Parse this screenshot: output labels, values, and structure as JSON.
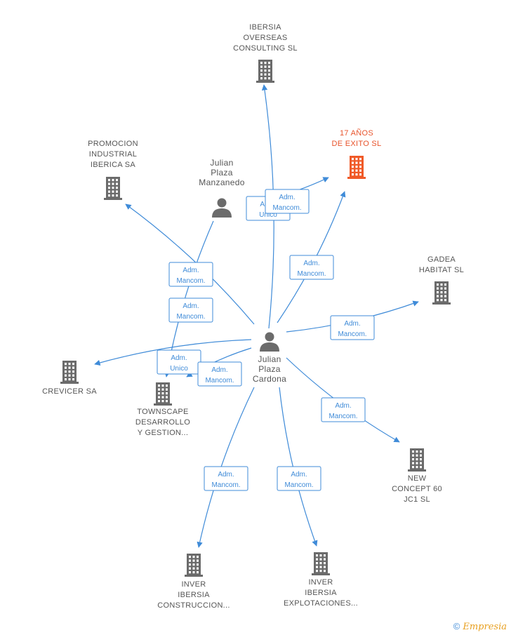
{
  "colors": {
    "edge": "#3f8bd8",
    "company": "#6b6b6b",
    "highlight": "#f05a28",
    "person": "#6b6b6b"
  },
  "nodes": [
    {
      "id": "julian_cardona",
      "type": "person",
      "lines": [
        "Julian",
        "Plaza",
        "Cardona"
      ]
    },
    {
      "id": "julian_manzanedo",
      "type": "person",
      "lines": [
        "Julian",
        "Plaza",
        "Manzanedo"
      ]
    },
    {
      "id": "ibersia_overseas",
      "type": "company",
      "lines": [
        "IBERSIA",
        "OVERSEAS",
        "CONSULTING SL"
      ]
    },
    {
      "id": "diecisiete_anos",
      "type": "company",
      "highlight": true,
      "lines": [
        "17 AÑOS",
        "DE EXITO SL"
      ]
    },
    {
      "id": "promocion_industrial",
      "type": "company",
      "lines": [
        "PROMOCION",
        "INDUSTRIAL",
        "IBERICA SA"
      ]
    },
    {
      "id": "gadea_habitat",
      "type": "company",
      "lines": [
        "GADEA",
        "HABITAT  SL"
      ]
    },
    {
      "id": "crevicer",
      "type": "company",
      "lines": [
        "CREVICER SA"
      ]
    },
    {
      "id": "townscape",
      "type": "company",
      "lines": [
        "TOWNSCAPE",
        "DESARROLLO",
        "Y GESTION..."
      ]
    },
    {
      "id": "new_concept",
      "type": "company",
      "lines": [
        "NEW",
        "CONCEPT 60",
        "JC1 SL"
      ]
    },
    {
      "id": "inver_construccion",
      "type": "company",
      "lines": [
        "INVER",
        "IBERSIA",
        "CONSTRUCCION..."
      ]
    },
    {
      "id": "inver_explotaciones",
      "type": "company",
      "lines": [
        "INVER",
        "IBERSIA",
        "EXPLOTACIONES..."
      ]
    }
  ],
  "edges": [
    {
      "from": "julian_cardona",
      "to": "ibersia_overseas",
      "label": [
        "Adm.",
        "Unico"
      ]
    },
    {
      "from": "julian_manzanedo",
      "to": "diecisiete_anos",
      "label": [
        "Adm.",
        "Mancom."
      ]
    },
    {
      "from": "julian_cardona",
      "to": "diecisiete_anos",
      "label": [
        "Adm.",
        "Mancom."
      ]
    },
    {
      "from": "julian_cardona",
      "to": "promocion_industrial",
      "label": [
        "Adm.",
        "Mancom."
      ]
    },
    {
      "from": "julian_manzanedo",
      "to": "townscape",
      "label": [
        "Adm.",
        "Mancom."
      ]
    },
    {
      "from": "julian_cardona",
      "to": "gadea_habitat",
      "label": [
        "Adm.",
        "Mancom."
      ]
    },
    {
      "from": "julian_cardona",
      "to": "crevicer",
      "label": [
        "Adm.",
        "Unico"
      ]
    },
    {
      "from": "julian_cardona",
      "to": "townscape",
      "label": [
        "Adm.",
        "Mancom."
      ]
    },
    {
      "from": "julian_cardona",
      "to": "new_concept",
      "label": [
        "Adm.",
        "Mancom."
      ]
    },
    {
      "from": "julian_cardona",
      "to": "inver_construccion",
      "label": [
        "Adm.",
        "Mancom."
      ]
    },
    {
      "from": "julian_cardona",
      "to": "inver_explotaciones",
      "label": [
        "Adm.",
        "Mancom."
      ]
    }
  ],
  "footer": {
    "copyright": "©",
    "brand": "Empresia"
  }
}
